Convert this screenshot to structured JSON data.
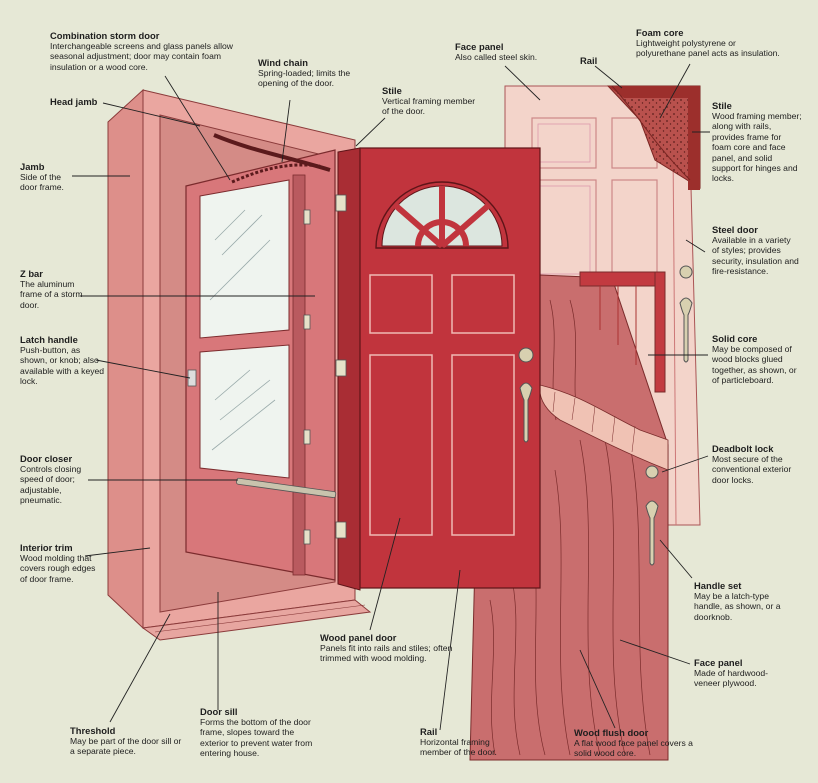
{
  "labels": {
    "combo": {
      "title": "Combination storm door",
      "text": "Interchangeable screens and glass panels allow seasonal adjustment; door may contain foam insulation or a wood core."
    },
    "wind": {
      "title": "Wind chain",
      "text": "Spring-loaded; limits the opening of the door."
    },
    "headjamb": {
      "title": "Head jamb",
      "text": ""
    },
    "stile1": {
      "title": "Stile",
      "text": "Vertical framing member of the door."
    },
    "facepanel1": {
      "title": "Face panel",
      "text": "Also called steel skin."
    },
    "rail1": {
      "title": "Rail",
      "text": ""
    },
    "foam": {
      "title": "Foam core",
      "text": "Lightweight polystyrene or polyurethane panel acts as insulation."
    },
    "stile2": {
      "title": "Stile",
      "text": "Wood framing member; along with rails, provides frame for foam core and face panel, and solid support for hinges and locks."
    },
    "jamb": {
      "title": "Jamb",
      "text": "Side of the door frame."
    },
    "steeldoor": {
      "title": "Steel door",
      "text": "Available in a variety of styles; provides security, insulation and fire-resistance."
    },
    "zbar": {
      "title": "Z bar",
      "text": "The aluminum frame of a storm door."
    },
    "solidcore": {
      "title": "Solid core",
      "text": "May be composed of wood blocks glued together, as shown, or of particleboard."
    },
    "latch": {
      "title": "Latch handle",
      "text": "Push-button, as shown, or knob; also available with a keyed lock."
    },
    "deadbolt": {
      "title": "Deadbolt lock",
      "text": "Most secure of the conventional exterior door locks."
    },
    "closer": {
      "title": "Door closer",
      "text": "Controls closing speed of door; adjustable, pneumatic."
    },
    "interior": {
      "title": "Interior trim",
      "text": "Wood molding that covers rough edges of door frame."
    },
    "handleset": {
      "title": "Handle set",
      "text": "May be a latch-type handle, as shown, or a doorknob."
    },
    "woodpanel": {
      "title": "Wood panel door",
      "text": "Panels fit into rails and stiles; often trimmed with wood molding."
    },
    "facepanel2": {
      "title": "Face panel",
      "text": "Made of hardwood-veneer plywood."
    },
    "threshold": {
      "title": "Threshold",
      "text": "May be part of the door sill or a separate piece."
    },
    "sill": {
      "title": "Door sill",
      "text": "Forms the bottom of the door frame, slopes toward the exterior to prevent water from entering house."
    },
    "rail2": {
      "title": "Rail",
      "text": "Horizontal framing member of the door."
    },
    "flush": {
      "title": "Wood flush door",
      "text": "A flat wood face panel covers a solid wood core."
    }
  },
  "colors": {
    "background": "#e6e8d6",
    "frame_pink": "#eaa6a0",
    "storm_door": "#d8777a",
    "panel_door": "#c1343d",
    "steel_door": "#f3d4ca",
    "flush_door": "#c96e6e",
    "foam": "#b04a47"
  }
}
